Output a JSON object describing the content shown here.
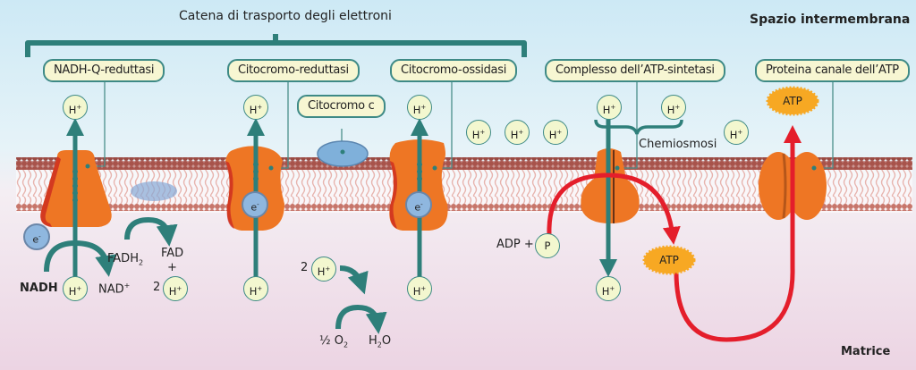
{
  "title": "Catena di trasporto degli elettroni",
  "regions": {
    "intermembrane": "Spazio intermembrana",
    "matrix": "Matrice"
  },
  "complexes": [
    {
      "label": "NADH-Q-reduttasi"
    },
    {
      "label": "Citocromo-reduttasi"
    },
    {
      "label": "Citocromo-ossidasi"
    },
    {
      "label": "Complesso dell’ATP-sintetasi"
    },
    {
      "label": "Proteina canale dell’ATP"
    }
  ],
  "cytochrome_c": "Citocromo c",
  "chemiosmosis": "Chemiosmosi",
  "ion": {
    "h": "H",
    "plus": "+",
    "electron": "e",
    "minus": "-",
    "phosphate": "P"
  },
  "molecules": {
    "nadh": "NADH",
    "nad": "NAD",
    "nad_sup": "+",
    "fadh": "FADH",
    "fadh_sub": "2",
    "fad": "FAD",
    "plus": "+",
    "two": "2",
    "half_o2": "½ O",
    "o2_sub": "2",
    "h2o_h": "H",
    "h2o_sub": "2",
    "h2o_o": "O",
    "adp": "ADP +",
    "atp": "ATP"
  },
  "colors": {
    "teal": "#2e7f7a",
    "protein": "#ee7624",
    "red_arrow": "#e41e2b",
    "atp_badge": "#f7a823",
    "membrane_head": "#c7766b",
    "electron": "#8fb7df"
  }
}
